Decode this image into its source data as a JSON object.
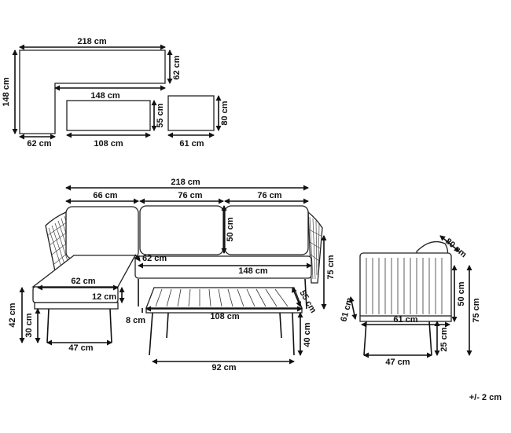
{
  "plan": {
    "sofa_width": "218 cm",
    "sofa_depth": "148 cm",
    "arm_depth": "62 cm",
    "inner_length": "148 cm",
    "chaise_width": "62 cm",
    "table_width": "108 cm",
    "table_depth": "55 cm",
    "chair_width": "61 cm",
    "chair_depth": "80 cm"
  },
  "front": {
    "total_width": "218 cm",
    "cushion_1": "66 cm",
    "cushion_2": "76 cm",
    "cushion_3": "76 cm",
    "back_height": "50 cm",
    "seat_depth_62": "62 cm",
    "seat_length": "148 cm",
    "chaise_62": "62 cm",
    "cushion_thickness": "12 cm",
    "total_height": "75 cm",
    "leg_height": "30 cm",
    "seat_height": "42 cm",
    "leg_span": "47 cm",
    "table_top": "108 cm",
    "table_depth": "55 cm",
    "table_thick": "8 cm",
    "table_height": "40 cm",
    "table_leg_span": "92 cm"
  },
  "chair": {
    "cushion": "80 cm",
    "depth": "61 cm",
    "seat_height": "50 cm",
    "total_height": "75 cm",
    "leg_height": "25 cm",
    "leg_span": "47 cm"
  },
  "tolerance": "+/- 2 cm",
  "colors": {
    "line": "#111111",
    "fill": "#ffffff"
  }
}
